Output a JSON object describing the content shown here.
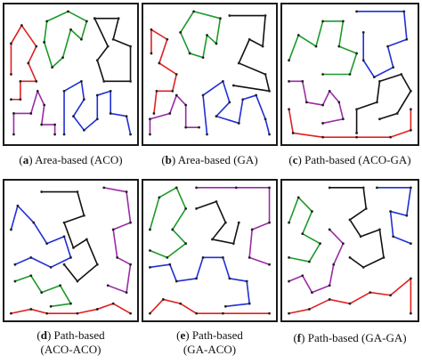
{
  "colors": {
    "red": "#e02020",
    "green": "#1d9a2a",
    "black": "#111111",
    "blue": "#1f2fd6",
    "purple": "#9b2aa8",
    "frame": "#1a1a1a"
  },
  "panels": [
    {
      "letter": "a",
      "caption": "Area-based (ACO)",
      "paths": [
        {
          "color": "red",
          "points": [
            [
              0.05,
              0.5
            ],
            [
              0.05,
              0.28
            ],
            [
              0.13,
              0.15
            ],
            [
              0.24,
              0.3
            ],
            [
              0.18,
              0.42
            ],
            [
              0.24,
              0.55
            ],
            [
              0.12,
              0.55
            ],
            [
              0.12,
              0.68
            ],
            [
              0.05,
              0.68
            ]
          ]
        },
        {
          "color": "green",
          "points": [
            [
              0.3,
              0.27
            ],
            [
              0.32,
              0.12
            ],
            [
              0.48,
              0.05
            ],
            [
              0.62,
              0.12
            ],
            [
              0.58,
              0.25
            ],
            [
              0.5,
              0.18
            ],
            [
              0.44,
              0.38
            ],
            [
              0.36,
              0.45
            ],
            [
              0.3,
              0.27
            ]
          ]
        },
        {
          "color": "black",
          "points": [
            [
              0.68,
              0.1
            ],
            [
              0.86,
              0.1
            ],
            [
              0.82,
              0.25
            ],
            [
              0.95,
              0.3
            ],
            [
              0.95,
              0.55
            ],
            [
              0.75,
              0.55
            ],
            [
              0.7,
              0.4
            ],
            [
              0.78,
              0.3
            ],
            [
              0.68,
              0.1
            ]
          ]
        },
        {
          "color": "purple",
          "points": [
            [
              0.07,
              0.93
            ],
            [
              0.07,
              0.78
            ],
            [
              0.2,
              0.78
            ],
            [
              0.25,
              0.62
            ],
            [
              0.3,
              0.72
            ],
            [
              0.28,
              0.86
            ],
            [
              0.38,
              0.86
            ],
            [
              0.38,
              0.93
            ]
          ]
        },
        {
          "color": "blue",
          "points": [
            [
              0.45,
              0.93
            ],
            [
              0.45,
              0.62
            ],
            [
              0.58,
              0.55
            ],
            [
              0.6,
              0.68
            ],
            [
              0.52,
              0.8
            ],
            [
              0.6,
              0.9
            ],
            [
              0.7,
              0.82
            ],
            [
              0.7,
              0.65
            ],
            [
              0.8,
              0.62
            ],
            [
              0.8,
              0.78
            ],
            [
              0.92,
              0.8
            ],
            [
              0.95,
              0.93
            ]
          ]
        }
      ]
    },
    {
      "letter": "b",
      "caption": "Area-based (GA)",
      "paths": [
        {
          "color": "red",
          "points": [
            [
              0.06,
              0.35
            ],
            [
              0.06,
              0.18
            ],
            [
              0.18,
              0.25
            ],
            [
              0.12,
              0.42
            ],
            [
              0.25,
              0.5
            ],
            [
              0.22,
              0.62
            ],
            [
              0.1,
              0.62
            ],
            [
              0.08,
              0.78
            ]
          ]
        },
        {
          "color": "green",
          "points": [
            [
              0.28,
              0.2
            ],
            [
              0.38,
              0.05
            ],
            [
              0.58,
              0.1
            ],
            [
              0.55,
              0.28
            ],
            [
              0.48,
              0.22
            ],
            [
              0.45,
              0.38
            ],
            [
              0.35,
              0.35
            ],
            [
              0.28,
              0.2
            ]
          ]
        },
        {
          "color": "black",
          "points": [
            [
              0.65,
              0.08
            ],
            [
              0.92,
              0.08
            ],
            [
              0.9,
              0.3
            ],
            [
              0.8,
              0.25
            ],
            [
              0.72,
              0.42
            ],
            [
              0.92,
              0.5
            ],
            [
              0.95,
              0.62
            ],
            [
              0.68,
              0.58
            ]
          ]
        },
        {
          "color": "purple",
          "points": [
            [
              0.05,
              0.93
            ],
            [
              0.05,
              0.82
            ],
            [
              0.2,
              0.78
            ],
            [
              0.25,
              0.65
            ],
            [
              0.32,
              0.72
            ],
            [
              0.32,
              0.88
            ],
            [
              0.42,
              0.88
            ]
          ]
        },
        {
          "color": "blue",
          "points": [
            [
              0.48,
              0.93
            ],
            [
              0.45,
              0.65
            ],
            [
              0.6,
              0.55
            ],
            [
              0.65,
              0.7
            ],
            [
              0.55,
              0.8
            ],
            [
              0.72,
              0.85
            ],
            [
              0.75,
              0.68
            ],
            [
              0.85,
              0.65
            ],
            [
              0.92,
              0.82
            ],
            [
              0.95,
              0.93
            ]
          ]
        }
      ]
    },
    {
      "letter": "c",
      "caption": "Path-based (ACO-GA)",
      "paths": [
        {
          "color": "green",
          "points": [
            [
              0.05,
              0.4
            ],
            [
              0.12,
              0.22
            ],
            [
              0.25,
              0.3
            ],
            [
              0.3,
              0.12
            ],
            [
              0.45,
              0.12
            ],
            [
              0.42,
              0.3
            ],
            [
              0.55,
              0.35
            ],
            [
              0.5,
              0.5
            ],
            [
              0.3,
              0.5
            ]
          ]
        },
        {
          "color": "blue",
          "points": [
            [
              0.55,
              0.05
            ],
            [
              0.9,
              0.05
            ],
            [
              0.92,
              0.25
            ],
            [
              0.78,
              0.3
            ],
            [
              0.82,
              0.45
            ],
            [
              0.68,
              0.52
            ],
            [
              0.6,
              0.4
            ],
            [
              0.6,
              0.2
            ]
          ]
        },
        {
          "color": "purple",
          "points": [
            [
              0.05,
              0.55
            ],
            [
              0.15,
              0.55
            ],
            [
              0.18,
              0.7
            ],
            [
              0.3,
              0.72
            ],
            [
              0.35,
              0.62
            ],
            [
              0.42,
              0.7
            ],
            [
              0.45,
              0.82
            ],
            [
              0.3,
              0.85
            ]
          ]
        },
        {
          "color": "black",
          "points": [
            [
              0.55,
              0.92
            ],
            [
              0.55,
              0.75
            ],
            [
              0.7,
              0.7
            ],
            [
              0.72,
              0.55
            ],
            [
              0.88,
              0.5
            ],
            [
              0.95,
              0.62
            ],
            [
              0.85,
              0.78
            ],
            [
              0.72,
              0.82
            ]
          ]
        },
        {
          "color": "red",
          "points": [
            [
              0.05,
              0.75
            ],
            [
              0.08,
              0.92
            ],
            [
              0.3,
              0.95
            ],
            [
              0.55,
              0.95
            ],
            [
              0.8,
              0.95
            ],
            [
              0.95,
              0.9
            ],
            [
              0.95,
              0.75
            ]
          ]
        }
      ]
    },
    {
      "letter": "d",
      "caption": "Path-based (ACO-ACO)",
      "paths": [
        {
          "color": "blue",
          "points": [
            [
              0.05,
              0.35
            ],
            [
              0.1,
              0.18
            ],
            [
              0.22,
              0.3
            ],
            [
              0.32,
              0.45
            ],
            [
              0.45,
              0.4
            ],
            [
              0.5,
              0.55
            ],
            [
              0.35,
              0.62
            ],
            [
              0.2,
              0.55
            ],
            [
              0.08,
              0.6
            ]
          ]
        },
        {
          "color": "black",
          "points": [
            [
              0.28,
              0.08
            ],
            [
              0.55,
              0.08
            ],
            [
              0.6,
              0.25
            ],
            [
              0.45,
              0.3
            ],
            [
              0.52,
              0.48
            ],
            [
              0.62,
              0.42
            ],
            [
              0.7,
              0.6
            ],
            [
              0.55,
              0.72
            ],
            [
              0.45,
              0.6
            ]
          ]
        },
        {
          "color": "purple",
          "points": [
            [
              0.75,
              0.05
            ],
            [
              0.92,
              0.08
            ],
            [
              0.95,
              0.3
            ],
            [
              0.82,
              0.35
            ],
            [
              0.85,
              0.55
            ],
            [
              0.95,
              0.6
            ],
            [
              0.92,
              0.8
            ],
            [
              0.78,
              0.75
            ]
          ]
        },
        {
          "color": "green",
          "points": [
            [
              0.08,
              0.72
            ],
            [
              0.2,
              0.68
            ],
            [
              0.28,
              0.8
            ],
            [
              0.42,
              0.75
            ],
            [
              0.5,
              0.88
            ],
            [
              0.35,
              0.9
            ]
          ]
        },
        {
          "color": "red",
          "points": [
            [
              0.05,
              0.95
            ],
            [
              0.2,
              0.92
            ],
            [
              0.32,
              0.95
            ],
            [
              0.55,
              0.95
            ],
            [
              0.7,
              0.92
            ],
            [
              0.82,
              0.88
            ],
            [
              0.95,
              0.95
            ]
          ]
        }
      ]
    },
    {
      "letter": "e",
      "caption": "Path-based (GA-ACO)",
      "paths": [
        {
          "color": "green",
          "points": [
            [
              0.05,
              0.35
            ],
            [
              0.12,
              0.12
            ],
            [
              0.25,
              0.05
            ],
            [
              0.32,
              0.2
            ],
            [
              0.22,
              0.35
            ],
            [
              0.32,
              0.45
            ],
            [
              0.18,
              0.55
            ],
            [
              0.05,
              0.5
            ]
          ]
        },
        {
          "color": "purple",
          "points": [
            [
              0.4,
              0.05
            ],
            [
              0.7,
              0.05
            ],
            [
              0.95,
              0.05
            ],
            [
              0.95,
              0.3
            ],
            [
              0.82,
              0.35
            ],
            [
              0.8,
              0.55
            ],
            [
              0.95,
              0.6
            ]
          ]
        },
        {
          "color": "blue",
          "points": [
            [
              0.05,
              0.62
            ],
            [
              0.2,
              0.6
            ],
            [
              0.25,
              0.72
            ],
            [
              0.4,
              0.7
            ],
            [
              0.45,
              0.55
            ],
            [
              0.6,
              0.55
            ],
            [
              0.65,
              0.7
            ],
            [
              0.78,
              0.72
            ],
            [
              0.8,
              0.88
            ],
            [
              0.62,
              0.9
            ]
          ]
        },
        {
          "color": "black",
          "points": [
            [
              0.4,
              0.2
            ],
            [
              0.55,
              0.15
            ],
            [
              0.62,
              0.3
            ],
            [
              0.52,
              0.42
            ],
            [
              0.68,
              0.45
            ],
            [
              0.72,
              0.3
            ]
          ]
        },
        {
          "color": "red",
          "points": [
            [
              0.05,
              0.95
            ],
            [
              0.15,
              0.85
            ],
            [
              0.28,
              0.88
            ],
            [
              0.4,
              0.95
            ],
            [
              0.6,
              0.95
            ],
            [
              0.95,
              0.95
            ]
          ]
        }
      ]
    },
    {
      "letter": "f",
      "caption": "Path-based (GA-GA)",
      "paths": [
        {
          "color": "green",
          "points": [
            [
              0.05,
              0.3
            ],
            [
              0.12,
              0.12
            ],
            [
              0.22,
              0.22
            ],
            [
              0.15,
              0.38
            ],
            [
              0.28,
              0.45
            ],
            [
              0.2,
              0.58
            ],
            [
              0.05,
              0.55
            ]
          ]
        },
        {
          "color": "purple",
          "points": [
            [
              0.05,
              0.72
            ],
            [
              0.15,
              0.68
            ],
            [
              0.22,
              0.8
            ],
            [
              0.35,
              0.75
            ],
            [
              0.38,
              0.6
            ],
            [
              0.45,
              0.45
            ],
            [
              0.35,
              0.35
            ]
          ]
        },
        {
          "color": "black",
          "points": [
            [
              0.35,
              0.05
            ],
            [
              0.6,
              0.05
            ],
            [
              0.62,
              0.2
            ],
            [
              0.5,
              0.28
            ],
            [
              0.58,
              0.4
            ],
            [
              0.72,
              0.35
            ],
            [
              0.75,
              0.55
            ],
            [
              0.6,
              0.62
            ],
            [
              0.5,
              0.55
            ]
          ]
        },
        {
          "color": "blue",
          "points": [
            [
              0.7,
              0.05
            ],
            [
              0.95,
              0.05
            ],
            [
              0.92,
              0.25
            ],
            [
              0.8,
              0.22
            ],
            [
              0.82,
              0.4
            ],
            [
              0.95,
              0.45
            ]
          ]
        },
        {
          "color": "red",
          "points": [
            [
              0.05,
              0.95
            ],
            [
              0.2,
              0.92
            ],
            [
              0.35,
              0.85
            ],
            [
              0.5,
              0.88
            ],
            [
              0.65,
              0.8
            ],
            [
              0.8,
              0.82
            ],
            [
              0.95,
              0.7
            ],
            [
              0.95,
              0.95
            ]
          ]
        }
      ]
    }
  ]
}
